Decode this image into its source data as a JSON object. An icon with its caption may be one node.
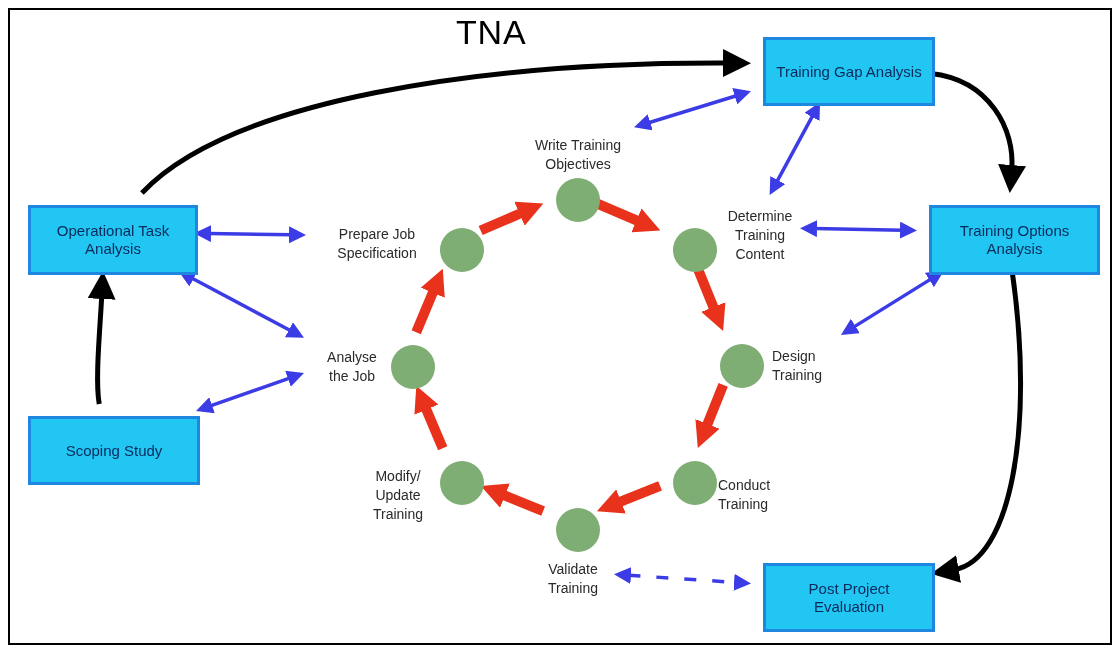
{
  "diagram": {
    "nodes": [
      {
        "text": [
          "Operational Task Analysis"
        ]
      },
      {
        "text": [
          "Scoping Study"
        ]
      },
      {
        "text": [
          "Training Gap Analysis"
        ]
      },
      {
        "text": [
          "Training Options Analysis"
        ]
      },
      {
        "text": [
          "Post Project Evaluation"
        ]
      },
      {
        "text": [
          "Write Training Objectives"
        ]
      },
      {
        "text": [
          "Determine Training Content"
        ]
      },
      {
        "text": [
          "Design Training"
        ]
      },
      {
        "text": [
          "Conduct Training"
        ]
      },
      {
        "text": [
          "Validate Training"
        ]
      },
      {
        "text": [
          "Modify/ Update Training"
        ]
      },
      {
        "text": [
          "Analyse the Job"
        ]
      },
      {
        "text": [
          "Prepare Job Specification"
        ]
      }
    ],
    "edges": [
      {
        "from": 0,
        "to": 2,
        "arrow": "to",
        "label": "TNA",
        "color": "#000000"
      },
      {
        "from": 1,
        "to": 0,
        "arrow": "to",
        "color": "#000000"
      },
      {
        "from": 2,
        "to": 3,
        "arrow": "to",
        "color": "#000000"
      },
      {
        "from": 3,
        "to": 4,
        "arrow": "to",
        "color": "#000000"
      },
      {
        "from": 5,
        "to": 6,
        "arrow": "to",
        "style": "thick",
        "color": "#e8321c"
      },
      {
        "from": 6,
        "to": 7,
        "arrow": "to",
        "style": "thick",
        "color": "#e8321c"
      },
      {
        "from": 7,
        "to": 8,
        "arrow": "to",
        "style": "thick",
        "color": "#e8321c"
      },
      {
        "from": 8,
        "to": 9,
        "arrow": "to",
        "style": "thick",
        "color": "#e8321c"
      },
      {
        "from": 9,
        "to": 10,
        "arrow": "to",
        "style": "thick",
        "color": "#e8321c"
      },
      {
        "from": 10,
        "to": 11,
        "arrow": "to",
        "style": "thick",
        "color": "#e8321c"
      },
      {
        "from": 11,
        "to": 12,
        "arrow": "to",
        "style": "thick",
        "color": "#e8321c"
      },
      {
        "from": 12,
        "to": 5,
        "arrow": "to",
        "style": "thick",
        "color": "#e8321c"
      },
      {
        "from": 0,
        "to": 12,
        "arrow": "both",
        "color": "#3c3ce6"
      },
      {
        "from": 0,
        "to": 11,
        "arrow": "both",
        "color": "#3c3ce6"
      },
      {
        "from": 1,
        "to": 11,
        "arrow": "both",
        "color": "#3c3ce6"
      },
      {
        "from": 2,
        "to": 5,
        "arrow": "both",
        "color": "#3c3ce6"
      },
      {
        "from": 2,
        "to": 6,
        "arrow": "both",
        "color": "#3c3ce6"
      },
      {
        "from": 3,
        "to": 6,
        "arrow": "both",
        "color": "#3c3ce6"
      },
      {
        "from": 3,
        "to": 7,
        "arrow": "both",
        "color": "#3c3ce6"
      },
      {
        "from": 9,
        "to": 4,
        "arrow": "both",
        "style": "dashed",
        "color": "#3c3ce6"
      }
    ]
  }
}
